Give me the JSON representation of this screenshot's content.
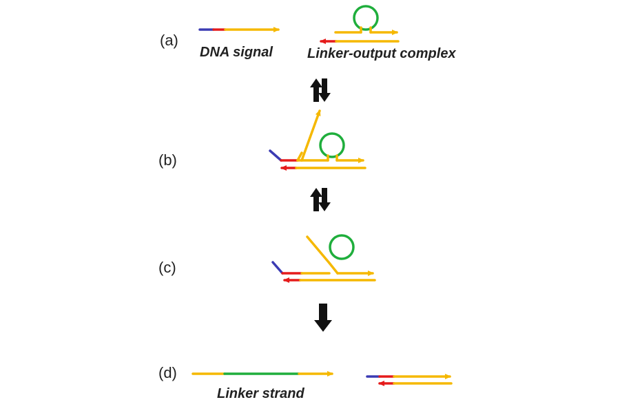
{
  "labels": {
    "a": "(a)",
    "b": "(b)",
    "c": "(c)",
    "d": "(d)"
  },
  "captions": {
    "dna_signal": "DNA signal",
    "linker_output_complex": "Linker-output complex",
    "linker_strand": "Linker strand"
  },
  "colors": {
    "blue": "#3b3bb3",
    "red": "#e51b1b",
    "yellow": "#f5b800",
    "green": "#1fae3c",
    "black": "#111111",
    "background": "#ffffff"
  },
  "transitions": {
    "a_to_b": "reversible",
    "b_to_c": "reversible",
    "c_to_d": "irreversible"
  }
}
